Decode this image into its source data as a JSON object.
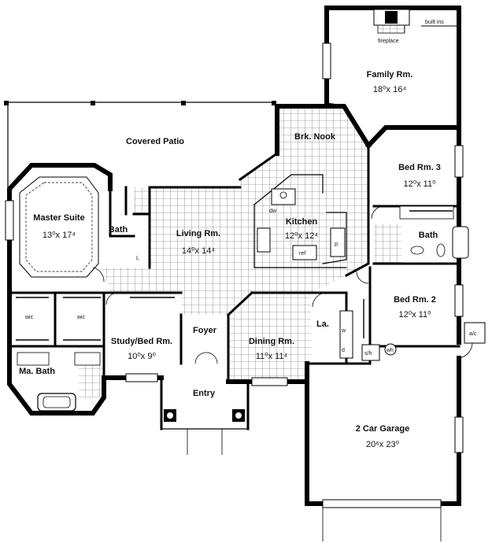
{
  "rooms": {
    "family": {
      "name": "Family Rm.",
      "dim": "18⁰x 16⁴"
    },
    "patio": {
      "name": "Covered Patio"
    },
    "nook": {
      "name": "Brk. Nook"
    },
    "bed3": {
      "name": "Bed Rm. 3",
      "dim": "12⁰x 11⁰"
    },
    "master": {
      "name": "Master Suite",
      "dim": "13⁰x 17⁴"
    },
    "bath_m": {
      "name": "Bath"
    },
    "living": {
      "name": "Living Rm.",
      "dim": "14⁰x 14⁴"
    },
    "kitchen": {
      "name": "Kitchen",
      "dim": "12⁰x 12⁴"
    },
    "bath2": {
      "name": "Bath"
    },
    "bed2": {
      "name": "Bed Rm. 2",
      "dim": "12⁰x 11⁰"
    },
    "study": {
      "name": "Study/Bed Rm.",
      "dim": "10⁰x 9⁰"
    },
    "foyer": {
      "name": "Foyer"
    },
    "dining": {
      "name": "Dining Rm.",
      "dim": "11⁰x 11⁴"
    },
    "laundry": {
      "name": "La."
    },
    "mabath": {
      "name": "Ma. Bath"
    },
    "entry": {
      "name": "Entry"
    },
    "garage": {
      "name": "2 Car Garage",
      "dim": "20⁶x 23⁰"
    }
  },
  "small_labels": {
    "fireplace": "fireplace",
    "builtins": "built ins",
    "wic1": "wic",
    "wic2": "wic",
    "dw": "dw",
    "ref": "ref",
    "pantry": "p.",
    "linen": "L",
    "washer": "w",
    "dryer": "d",
    "wh": "wh",
    "sh": "s/h",
    "ac": "a/c"
  }
}
